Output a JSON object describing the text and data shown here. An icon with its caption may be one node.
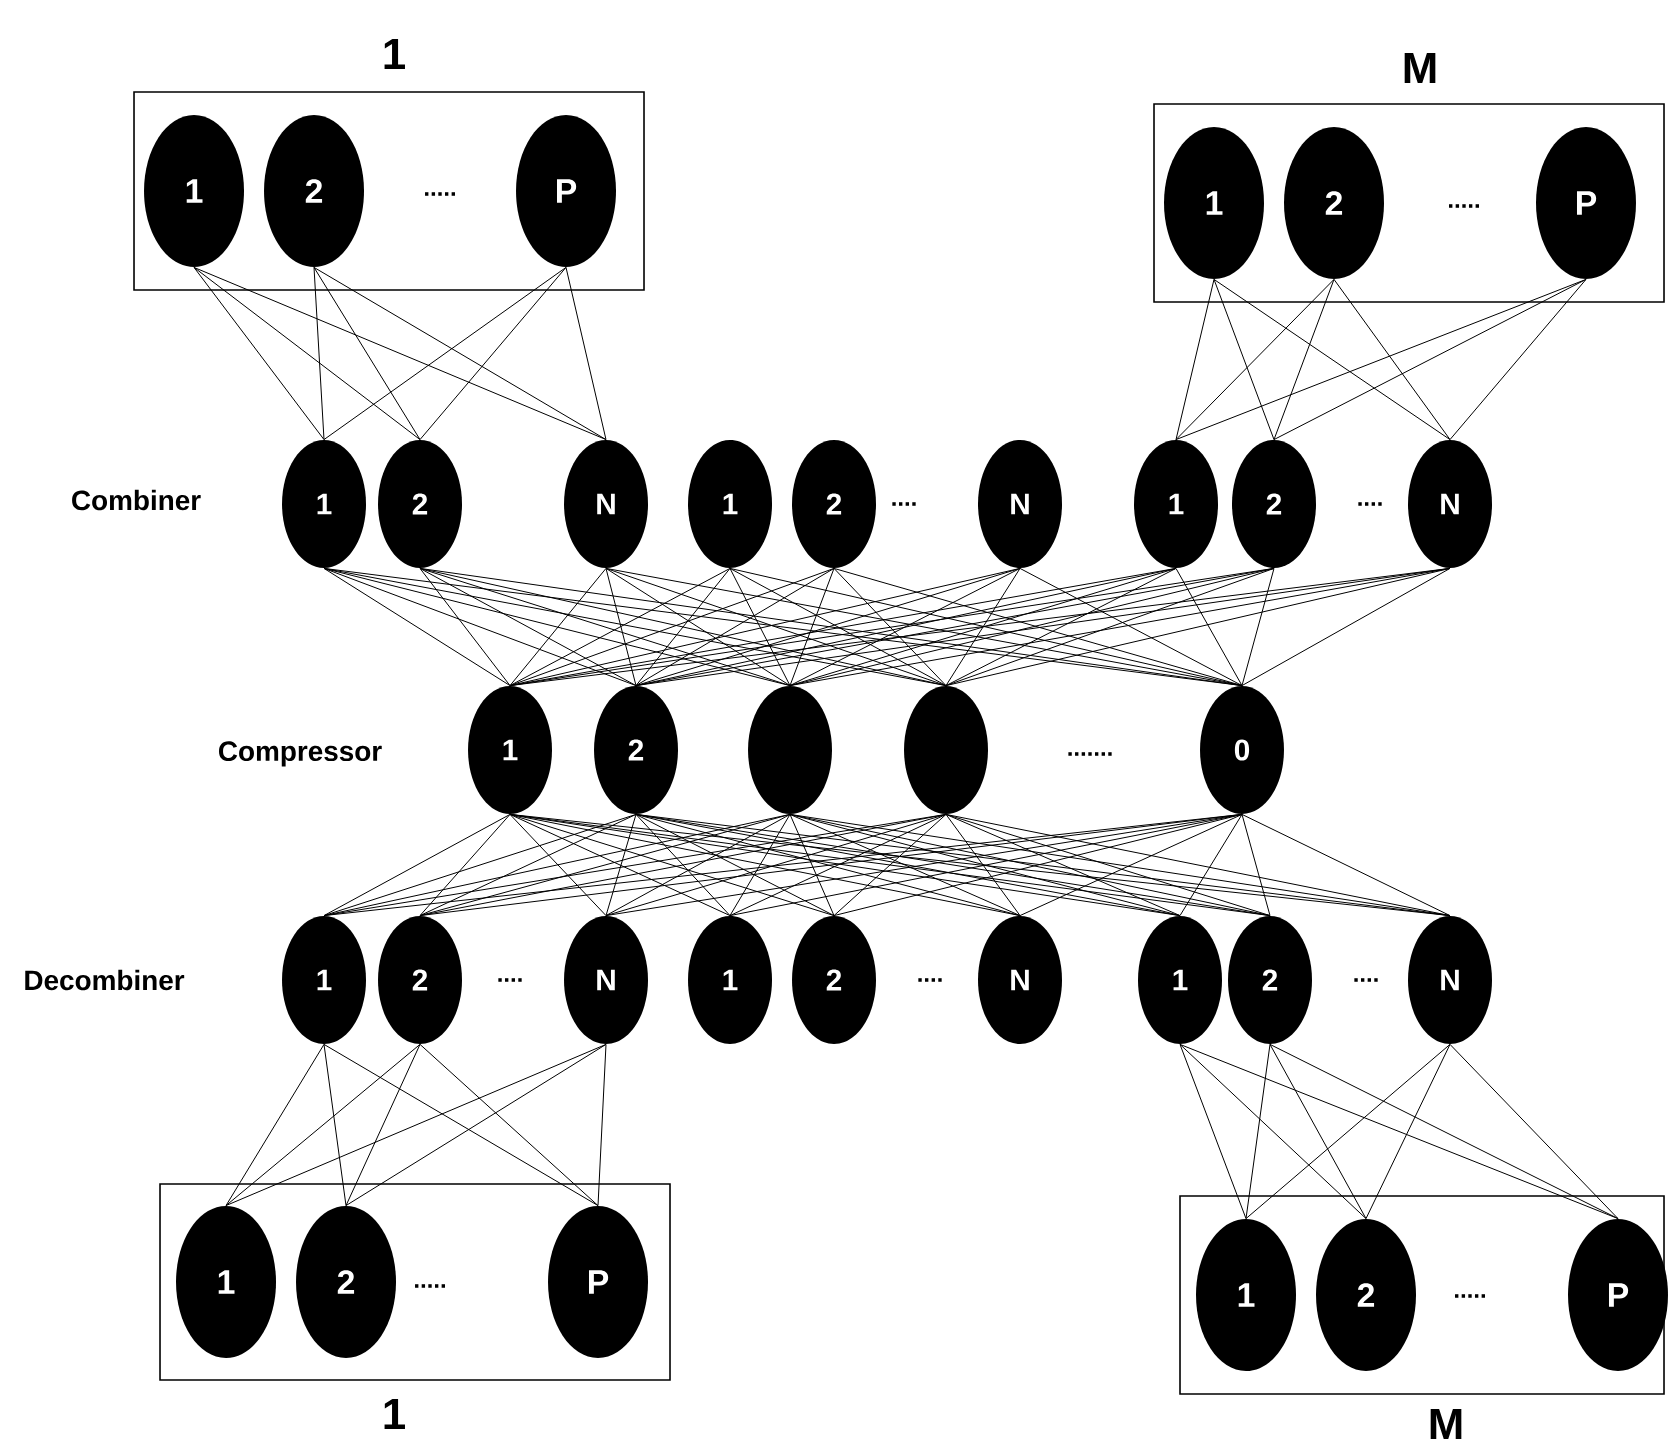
{
  "diagram": {
    "nodes": [
      {
        "text": [
          "1"
        ]
      },
      {
        "text": [
          "1"
        ],
        "in": 0
      },
      {
        "text": [
          "2"
        ],
        "in": 0
      },
      {
        "text": [
          "P"
        ],
        "in": 0
      },
      {
        "text": [
          "M"
        ]
      },
      {
        "text": [
          "1"
        ],
        "in": 4
      },
      {
        "text": [
          "2"
        ],
        "in": 4
      },
      {
        "text": [
          "P"
        ],
        "in": 4
      },
      {
        "text": [
          "1"
        ]
      },
      {
        "text": [
          "2"
        ]
      },
      {
        "text": [
          "N"
        ]
      },
      {
        "text": [
          "1"
        ]
      },
      {
        "text": [
          "2"
        ]
      },
      {
        "text": [
          "N"
        ]
      },
      {
        "text": [
          "1"
        ]
      },
      {
        "text": [
          "2"
        ]
      },
      {
        "text": [
          "N"
        ]
      },
      {
        "text": [
          "1"
        ]
      },
      {
        "text": [
          "2"
        ]
      },
      {
        "text": [],
        "shape": "circle"
      },
      {
        "text": [],
        "shape": "circle"
      },
      {
        "text": [
          "0"
        ]
      },
      {
        "text": [
          "1"
        ]
      },
      {
        "text": [
          "2"
        ]
      },
      {
        "text": [
          "N"
        ]
      },
      {
        "text": [
          "1"
        ]
      },
      {
        "text": [
          "2"
        ]
      },
      {
        "text": [
          "N"
        ]
      },
      {
        "text": [
          "1"
        ]
      },
      {
        "text": [
          "2"
        ]
      },
      {
        "text": [
          "N"
        ]
      },
      {
        "text": [
          "1"
        ]
      },
      {
        "text": [
          "1"
        ],
        "in": 31
      },
      {
        "text": [
          "2"
        ],
        "in": 31
      },
      {
        "text": [
          "P"
        ],
        "in": 31
      },
      {
        "text": [
          "M"
        ]
      },
      {
        "text": [
          "1"
        ],
        "in": 35
      },
      {
        "text": [
          "2"
        ],
        "in": 35
      },
      {
        "text": [
          "P"
        ],
        "in": 35
      }
    ],
    "edges": [
      {
        "from": 1,
        "to": 8,
        "arrow": "none"
      },
      {
        "from": 1,
        "to": 9,
        "arrow": "none"
      },
      {
        "from": 1,
        "to": 10,
        "arrow": "none"
      },
      {
        "from": 2,
        "to": 8,
        "arrow": "none"
      },
      {
        "from": 2,
        "to": 9,
        "arrow": "none"
      },
      {
        "from": 2,
        "to": 10,
        "arrow": "none"
      },
      {
        "from": 3,
        "to": 8,
        "arrow": "none"
      },
      {
        "from": 3,
        "to": 9,
        "arrow": "none"
      },
      {
        "from": 3,
        "to": 10,
        "arrow": "none"
      },
      {
        "from": 5,
        "to": 14,
        "arrow": "none"
      },
      {
        "from": 5,
        "to": 15,
        "arrow": "none"
      },
      {
        "from": 5,
        "to": 16,
        "arrow": "none"
      },
      {
        "from": 6,
        "to": 14,
        "arrow": "none"
      },
      {
        "from": 6,
        "to": 15,
        "arrow": "none"
      },
      {
        "from": 6,
        "to": 16,
        "arrow": "none"
      },
      {
        "from": 7,
        "to": 14,
        "arrow": "none"
      },
      {
        "from": 7,
        "to": 15,
        "arrow": "none"
      },
      {
        "from": 7,
        "to": 16,
        "arrow": "none"
      },
      {
        "from": 8,
        "to": 17,
        "arrow": "none"
      },
      {
        "from": 8,
        "to": 18,
        "arrow": "none"
      },
      {
        "from": 8,
        "to": 19,
        "arrow": "none"
      },
      {
        "from": 8,
        "to": 20,
        "arrow": "none"
      },
      {
        "from": 8,
        "to": 21,
        "arrow": "none"
      },
      {
        "from": 9,
        "to": 17,
        "arrow": "none"
      },
      {
        "from": 9,
        "to": 18,
        "arrow": "none"
      },
      {
        "from": 9,
        "to": 19,
        "arrow": "none"
      },
      {
        "from": 9,
        "to": 20,
        "arrow": "none"
      },
      {
        "from": 9,
        "to": 21,
        "arrow": "none"
      },
      {
        "from": 10,
        "to": 17,
        "arrow": "none"
      },
      {
        "from": 10,
        "to": 18,
        "arrow": "none"
      },
      {
        "from": 10,
        "to": 19,
        "arrow": "none"
      },
      {
        "from": 10,
        "to": 20,
        "arrow": "none"
      },
      {
        "from": 10,
        "to": 21,
        "arrow": "none"
      },
      {
        "from": 11,
        "to": 17,
        "arrow": "none"
      },
      {
        "from": 11,
        "to": 18,
        "arrow": "none"
      },
      {
        "from": 11,
        "to": 19,
        "arrow": "none"
      },
      {
        "from": 11,
        "to": 20,
        "arrow": "none"
      },
      {
        "from": 11,
        "to": 21,
        "arrow": "none"
      },
      {
        "from": 12,
        "to": 17,
        "arrow": "none"
      },
      {
        "from": 12,
        "to": 18,
        "arrow": "none"
      },
      {
        "from": 12,
        "to": 19,
        "arrow": "none"
      },
      {
        "from": 12,
        "to": 20,
        "arrow": "none"
      },
      {
        "from": 12,
        "to": 21,
        "arrow": "none"
      },
      {
        "from": 13,
        "to": 17,
        "arrow": "none"
      },
      {
        "from": 13,
        "to": 18,
        "arrow": "none"
      },
      {
        "from": 13,
        "to": 19,
        "arrow": "none"
      },
      {
        "from": 13,
        "to": 20,
        "arrow": "none"
      },
      {
        "from": 13,
        "to": 21,
        "arrow": "none"
      },
      {
        "from": 14,
        "to": 17,
        "arrow": "none"
      },
      {
        "from": 14,
        "to": 18,
        "arrow": "none"
      },
      {
        "from": 14,
        "to": 19,
        "arrow": "none"
      },
      {
        "from": 14,
        "to": 20,
        "arrow": "none"
      },
      {
        "from": 14,
        "to": 21,
        "arrow": "none"
      },
      {
        "from": 15,
        "to": 17,
        "arrow": "none"
      },
      {
        "from": 15,
        "to": 18,
        "arrow": "none"
      },
      {
        "from": 15,
        "to": 19,
        "arrow": "none"
      },
      {
        "from": 15,
        "to": 20,
        "arrow": "none"
      },
      {
        "from": 15,
        "to": 21,
        "arrow": "none"
      },
      {
        "from": 16,
        "to": 17,
        "arrow": "none"
      },
      {
        "from": 16,
        "to": 18,
        "arrow": "none"
      },
      {
        "from": 16,
        "to": 19,
        "arrow": "none"
      },
      {
        "from": 16,
        "to": 20,
        "arrow": "none"
      },
      {
        "from": 16,
        "to": 21,
        "arrow": "none"
      },
      {
        "from": 17,
        "to": 22,
        "arrow": "none"
      },
      {
        "from": 17,
        "to": 23,
        "arrow": "none"
      },
      {
        "from": 17,
        "to": 24,
        "arrow": "none"
      },
      {
        "from": 17,
        "to": 25,
        "arrow": "none"
      },
      {
        "from": 17,
        "to": 26,
        "arrow": "none"
      },
      {
        "from": 17,
        "to": 27,
        "arrow": "none"
      },
      {
        "from": 17,
        "to": 28,
        "arrow": "none"
      },
      {
        "from": 17,
        "to": 29,
        "arrow": "none"
      },
      {
        "from": 17,
        "to": 30,
        "arrow": "none"
      },
      {
        "from": 18,
        "to": 22,
        "arrow": "none"
      },
      {
        "from": 18,
        "to": 23,
        "arrow": "none"
      },
      {
        "from": 18,
        "to": 24,
        "arrow": "none"
      },
      {
        "from": 18,
        "to": 25,
        "arrow": "none"
      },
      {
        "from": 18,
        "to": 26,
        "arrow": "none"
      },
      {
        "from": 18,
        "to": 27,
        "arrow": "none"
      },
      {
        "from": 18,
        "to": 28,
        "arrow": "none"
      },
      {
        "from": 18,
        "to": 29,
        "arrow": "none"
      },
      {
        "from": 18,
        "to": 30,
        "arrow": "none"
      },
      {
        "from": 19,
        "to": 22,
        "arrow": "none"
      },
      {
        "from": 19,
        "to": 23,
        "arrow": "none"
      },
      {
        "from": 19,
        "to": 24,
        "arrow": "none"
      },
      {
        "from": 19,
        "to": 25,
        "arrow": "none"
      },
      {
        "from": 19,
        "to": 26,
        "arrow": "none"
      },
      {
        "from": 19,
        "to": 27,
        "arrow": "none"
      },
      {
        "from": 19,
        "to": 28,
        "arrow": "none"
      },
      {
        "from": 19,
        "to": 29,
        "arrow": "none"
      },
      {
        "from": 19,
        "to": 30,
        "arrow": "none"
      },
      {
        "from": 20,
        "to": 22,
        "arrow": "none"
      },
      {
        "from": 20,
        "to": 23,
        "arrow": "none"
      },
      {
        "from": 20,
        "to": 24,
        "arrow": "none"
      },
      {
        "from": 20,
        "to": 25,
        "arrow": "none"
      },
      {
        "from": 20,
        "to": 26,
        "arrow": "none"
      },
      {
        "from": 20,
        "to": 27,
        "arrow": "none"
      },
      {
        "from": 20,
        "to": 28,
        "arrow": "none"
      },
      {
        "from": 20,
        "to": 29,
        "arrow": "none"
      },
      {
        "from": 20,
        "to": 30,
        "arrow": "none"
      },
      {
        "from": 21,
        "to": 22,
        "arrow": "none"
      },
      {
        "from": 21,
        "to": 23,
        "arrow": "none"
      },
      {
        "from": 21,
        "to": 24,
        "arrow": "none"
      },
      {
        "from": 21,
        "to": 25,
        "arrow": "none"
      },
      {
        "from": 21,
        "to": 26,
        "arrow": "none"
      },
      {
        "from": 21,
        "to": 27,
        "arrow": "none"
      },
      {
        "from": 21,
        "to": 28,
        "arrow": "none"
      },
      {
        "from": 21,
        "to": 29,
        "arrow": "none"
      },
      {
        "from": 21,
        "to": 30,
        "arrow": "none"
      },
      {
        "from": 22,
        "to": 32,
        "arrow": "none"
      },
      {
        "from": 22,
        "to": 33,
        "arrow": "none"
      },
      {
        "from": 22,
        "to": 34,
        "arrow": "none"
      },
      {
        "from": 23,
        "to": 32,
        "arrow": "none"
      },
      {
        "from": 23,
        "to": 33,
        "arrow": "none"
      },
      {
        "from": 23,
        "to": 34,
        "arrow": "none"
      },
      {
        "from": 24,
        "to": 32,
        "arrow": "none"
      },
      {
        "from": 24,
        "to": 33,
        "arrow": "none"
      },
      {
        "from": 24,
        "to": 34,
        "arrow": "none"
      },
      {
        "from": 28,
        "to": 36,
        "arrow": "none"
      },
      {
        "from": 28,
        "to": 37,
        "arrow": "none"
      },
      {
        "from": 28,
        "to": 38,
        "arrow": "none"
      },
      {
        "from": 29,
        "to": 36,
        "arrow": "none"
      },
      {
        "from": 29,
        "to": 37,
        "arrow": "none"
      },
      {
        "from": 29,
        "to": 38,
        "arrow": "none"
      },
      {
        "from": 30,
        "to": 36,
        "arrow": "none"
      },
      {
        "from": 30,
        "to": 37,
        "arrow": "none"
      },
      {
        "from": 30,
        "to": 38,
        "arrow": "none"
      }
    ],
    "labels": [
      ".....",
      ".....",
      "Combiner",
      "....",
      "....",
      "Compressor",
      ".......",
      "Decombiner",
      "....",
      "....",
      "....",
      ".....",
      "....."
    ]
  }
}
